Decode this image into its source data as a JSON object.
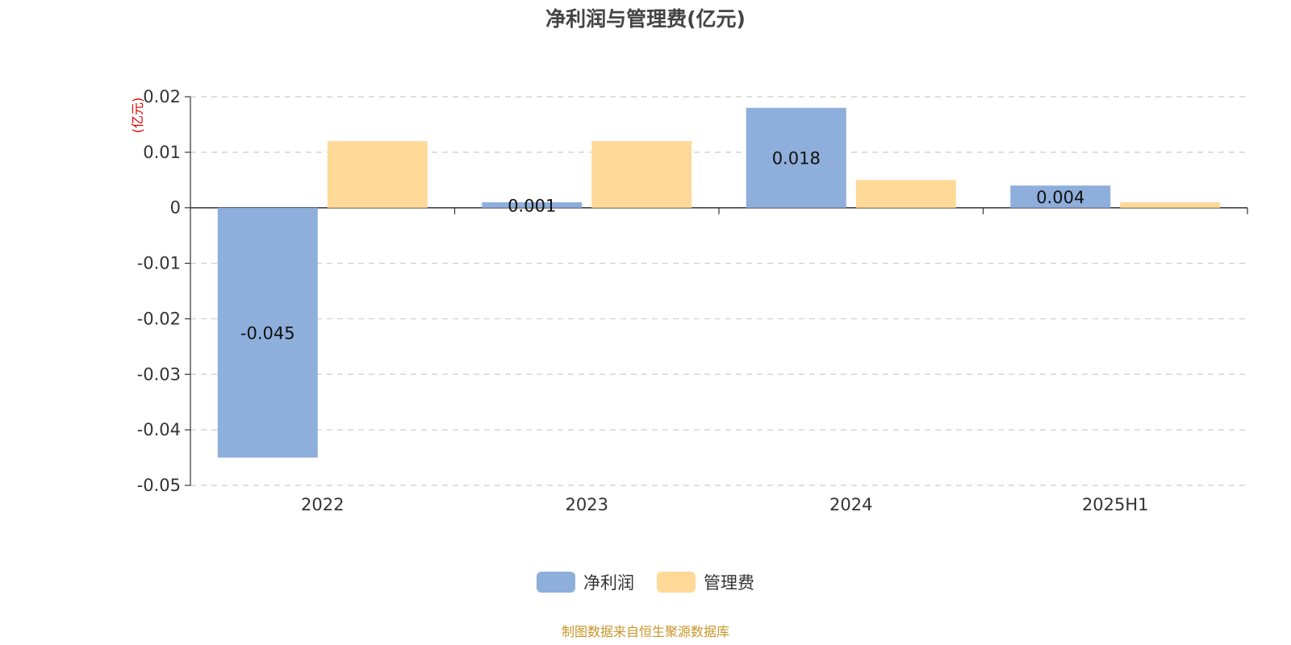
{
  "chart_data": {
    "type": "bar",
    "title": "净利润与管理费(亿元)",
    "ylabel": "(亿元)",
    "xlabel": "",
    "categories": [
      "2022",
      "2023",
      "2024",
      "2025H1"
    ],
    "series": [
      {
        "name": "净利润",
        "values": [
          -0.045,
          0.001,
          0.018,
          0.004
        ],
        "color": "#8eaedb",
        "show_labels": true
      },
      {
        "name": "管理费",
        "values": [
          0.012,
          0.012,
          0.005,
          0.001
        ],
        "color": "#ffd998",
        "show_labels": false
      }
    ],
    "ylim": [
      -0.05,
      0.02
    ],
    "yticks": [
      0.02,
      0.01,
      0,
      -0.01,
      -0.02,
      -0.03,
      -0.04,
      -0.05
    ],
    "ytick_labels": [
      "0.02",
      "0.01",
      "0",
      "-0.01",
      "-0.02",
      "-0.03",
      "-0.04",
      "-0.05"
    ],
    "grid": true,
    "legend_position": "bottom-center"
  },
  "source_note": "制图数据来自恒生聚源数据库"
}
